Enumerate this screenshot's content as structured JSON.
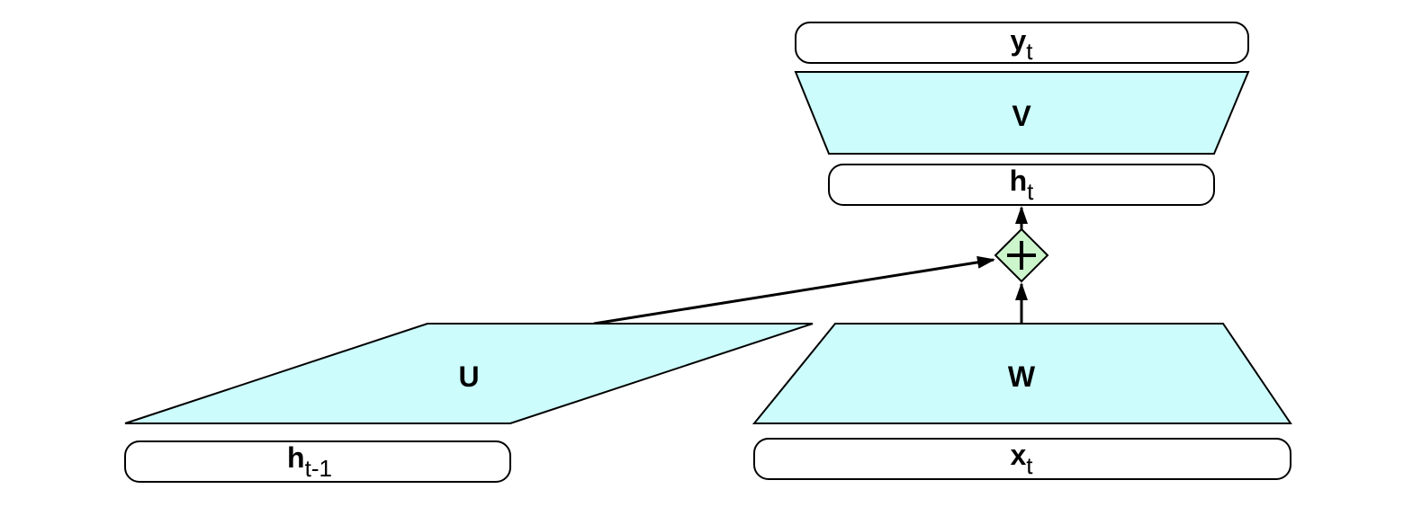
{
  "colors": {
    "matrix_fill": "#ccfcfc",
    "sum_fill": "#ccf5cc",
    "stroke": "#000000"
  },
  "nodes": {
    "y": {
      "base": "y",
      "sub": "t"
    },
    "V": {
      "label": "V"
    },
    "h": {
      "base": "h",
      "sub": "t"
    },
    "sum": {
      "label": "+"
    },
    "U": {
      "label": "U"
    },
    "W": {
      "label": "W"
    },
    "h_prev": {
      "base": "h",
      "sub": "t-1"
    },
    "x": {
      "base": "x",
      "sub": "t"
    }
  }
}
